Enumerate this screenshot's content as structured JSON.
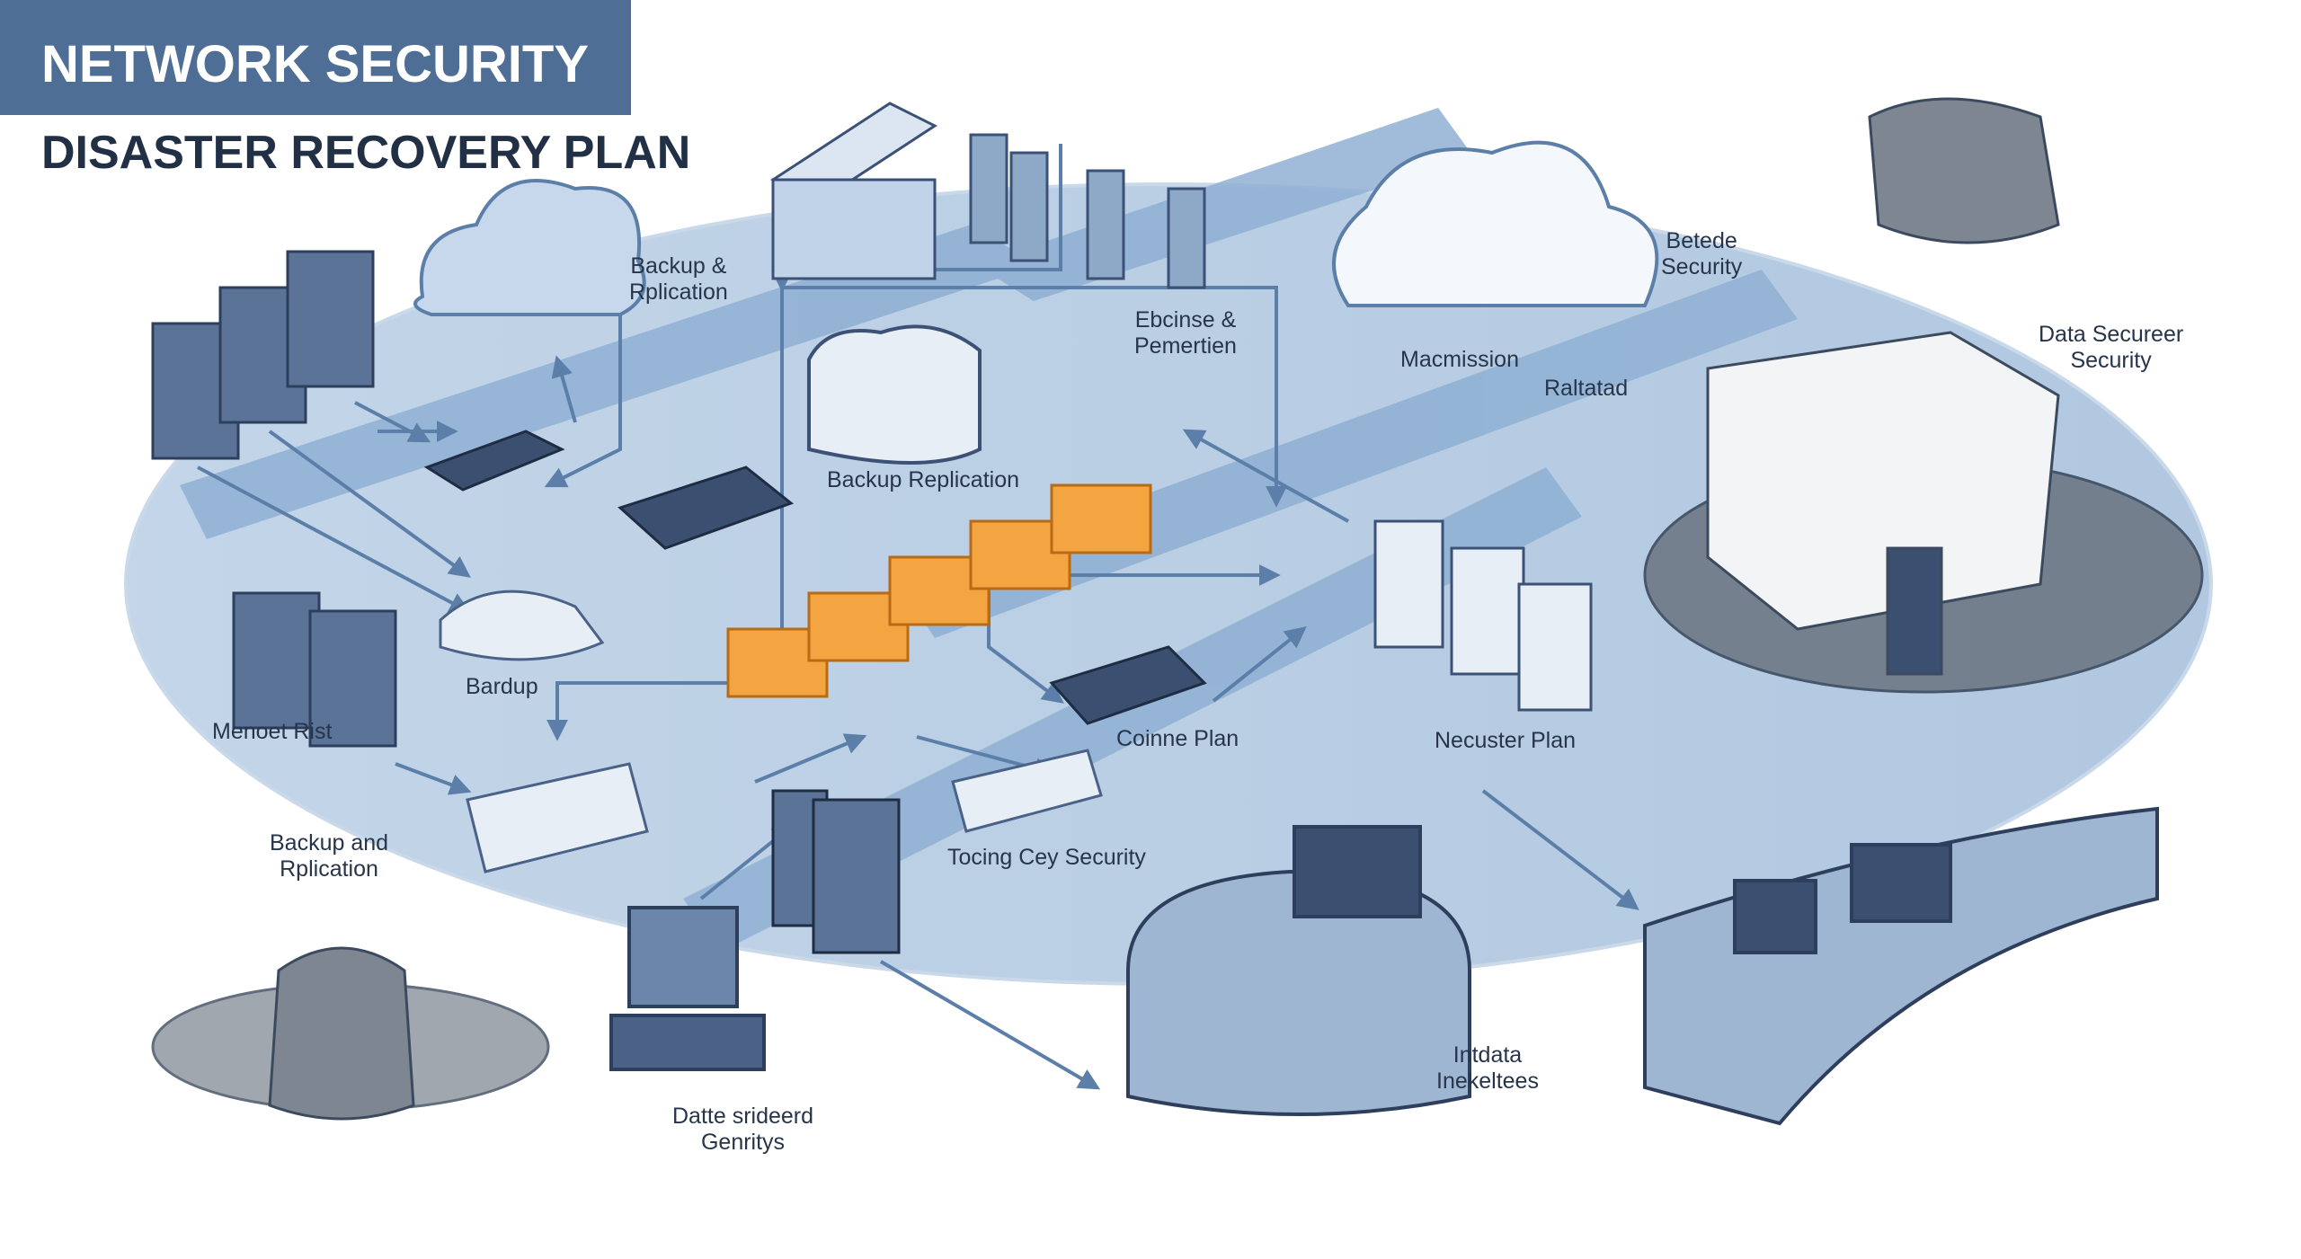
{
  "header": {
    "title": "NETWORK SECURITY",
    "subtitle": "DISASTER RECOVERY PLAN"
  },
  "colors": {
    "banner": "#4e6e96",
    "platform": "#a9c3de",
    "arrow": "#5b7fa8",
    "server": "#5b7397",
    "firewall": "#f2a541",
    "rubble": "#6e7886"
  },
  "labels": {
    "backup_replication_top": [
      "Backup &",
      "Rplication"
    ],
    "ebcinse": [
      "Ebcinse &",
      "Pemertien"
    ],
    "macmission": "Macmission",
    "raltatad": "Raltatad",
    "betede_security": [
      "Betede",
      "Security"
    ],
    "data_secureer": [
      "Data Secureer",
      "Security"
    ],
    "backup_replication_center": "Backup Replication",
    "bardup": "Bardup",
    "menoet_rist": "Menoet Rist",
    "backup_and_replication": [
      "Backup and",
      "Rplication"
    ],
    "coinne_plan": "Coinne Plan",
    "tocing_security": "Tocing Cey Security",
    "necuster_plan": "Necuster Plan",
    "datte_srideerd": [
      "Datte srideerd",
      "Genritys"
    ],
    "intdata": [
      "Intdata",
      "Inekeltees"
    ]
  }
}
